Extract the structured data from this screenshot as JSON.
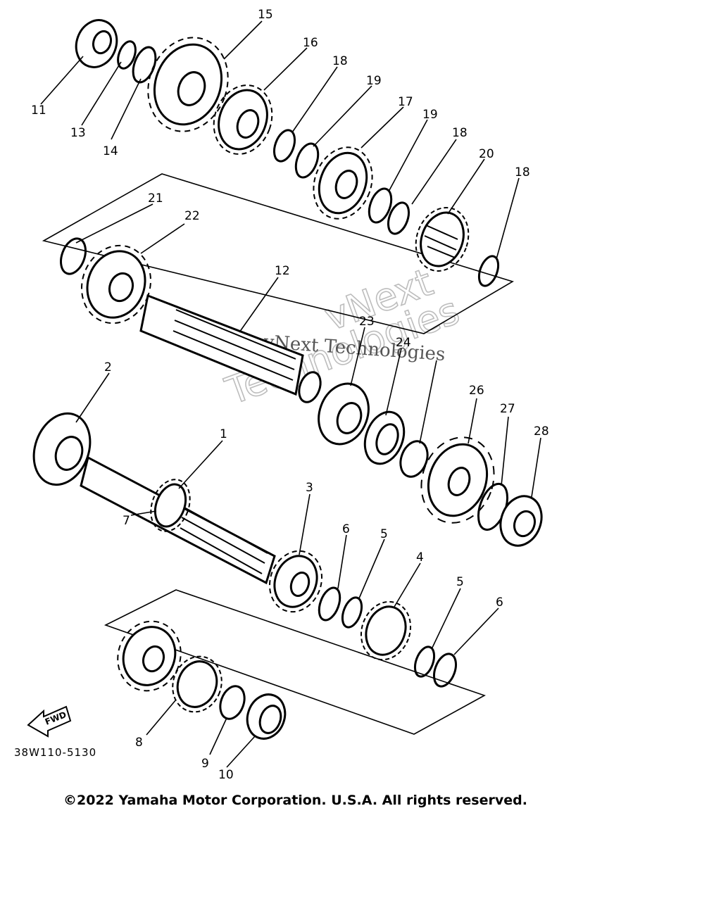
{
  "diagram": {
    "drawing_code": "38W110-5130",
    "copyright": "©2022 Yamaha Motor Corporation. U.S.A. All rights reserved.",
    "watermark_line1": "vNext Technologies",
    "watermark_line2": "vNext",
    "watermark_line3": "Technologies",
    "fwd_label": "FWD",
    "callouts": [
      {
        "id": "c15",
        "label": "15"
      },
      {
        "id": "c16",
        "label": "16"
      },
      {
        "id": "c18a",
        "label": "18"
      },
      {
        "id": "c19a",
        "label": "19"
      },
      {
        "id": "c17",
        "label": "17"
      },
      {
        "id": "c19b",
        "label": "19"
      },
      {
        "id": "c18b",
        "label": "18"
      },
      {
        "id": "c20",
        "label": "20"
      },
      {
        "id": "c18c",
        "label": "18"
      },
      {
        "id": "c11",
        "label": "11"
      },
      {
        "id": "c13",
        "label": "13"
      },
      {
        "id": "c14",
        "label": "14"
      },
      {
        "id": "c21",
        "label": "21"
      },
      {
        "id": "c22",
        "label": "22"
      },
      {
        "id": "c12",
        "label": "12"
      },
      {
        "id": "c23",
        "label": "23"
      },
      {
        "id": "c24",
        "label": "24"
      },
      {
        "id": "c26",
        "label": "26"
      },
      {
        "id": "c27",
        "label": "27"
      },
      {
        "id": "c28",
        "label": "28"
      },
      {
        "id": "c2",
        "label": "2"
      },
      {
        "id": "c1",
        "label": "1"
      },
      {
        "id": "c7",
        "label": "7"
      },
      {
        "id": "c3",
        "label": "3"
      },
      {
        "id": "c6a",
        "label": "6"
      },
      {
        "id": "c5a",
        "label": "5"
      },
      {
        "id": "c4",
        "label": "4"
      },
      {
        "id": "c5b",
        "label": "5"
      },
      {
        "id": "c6b",
        "label": "6"
      },
      {
        "id": "c8",
        "label": "8"
      },
      {
        "id": "c9",
        "label": "9"
      },
      {
        "id": "c10",
        "label": "10"
      }
    ]
  }
}
